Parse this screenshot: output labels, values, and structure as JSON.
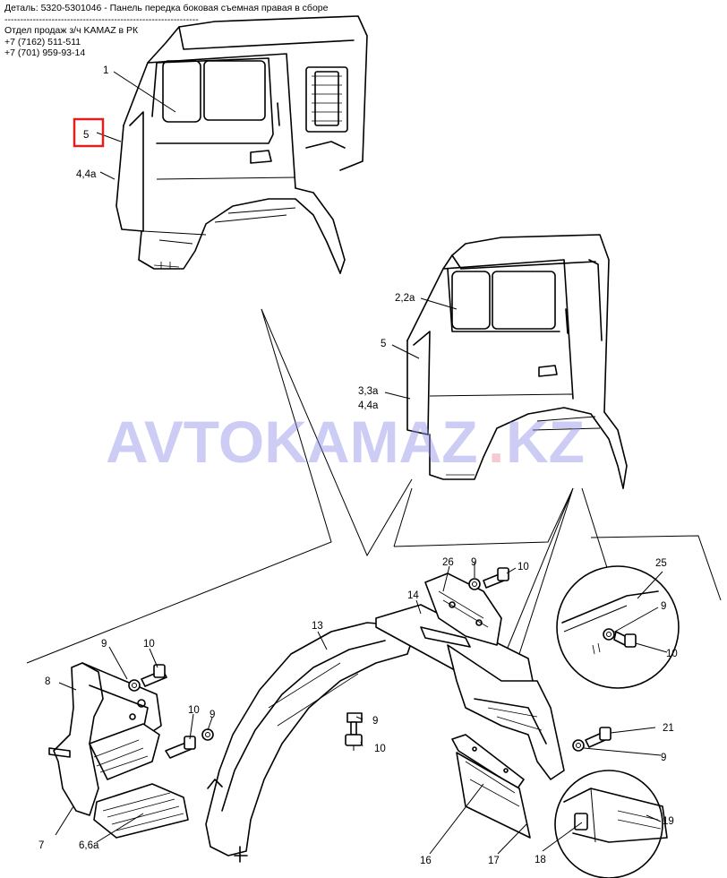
{
  "header": {
    "detail_line": "Деталь: 5320-5301046 - Панель передка боковая съемная правая в сборе",
    "separator": "--------------------------------------------------------------",
    "sales_dept": "Отдел продаж з/ч KAMAZ в РК",
    "phone_1": "+7 (7162) 511-511",
    "phone_2": "+7 (701) 959-93-14"
  },
  "watermark": {
    "main": "AVTOKAMAZ",
    "dot": ".",
    "suffix": "KZ"
  },
  "highlight": {
    "color": "#e0201c",
    "part": "5"
  },
  "callouts": {
    "c1": "1",
    "c5_top": "5",
    "c4_4a_top": "4,4a",
    "c2_2a": "2,2a",
    "c5_mid": "5",
    "c3_3a": "3,3a",
    "c4_4a_mid": "4,4a",
    "c26": "26",
    "c9_a": "9",
    "c10_a": "10",
    "c14": "14",
    "c25": "25",
    "c9_b": "9",
    "c10_b": "10",
    "c13": "13",
    "c9_c": "9",
    "c10_c": "10",
    "c8": "8",
    "c10_d": "10",
    "c9_d": "9",
    "c9_e": "9",
    "c10_e": "10",
    "c21": "21",
    "c9_f": "9",
    "c7": "7",
    "c6_6a": "6,6a",
    "c16": "16",
    "c17": "17",
    "c18": "18",
    "c19": "19"
  }
}
